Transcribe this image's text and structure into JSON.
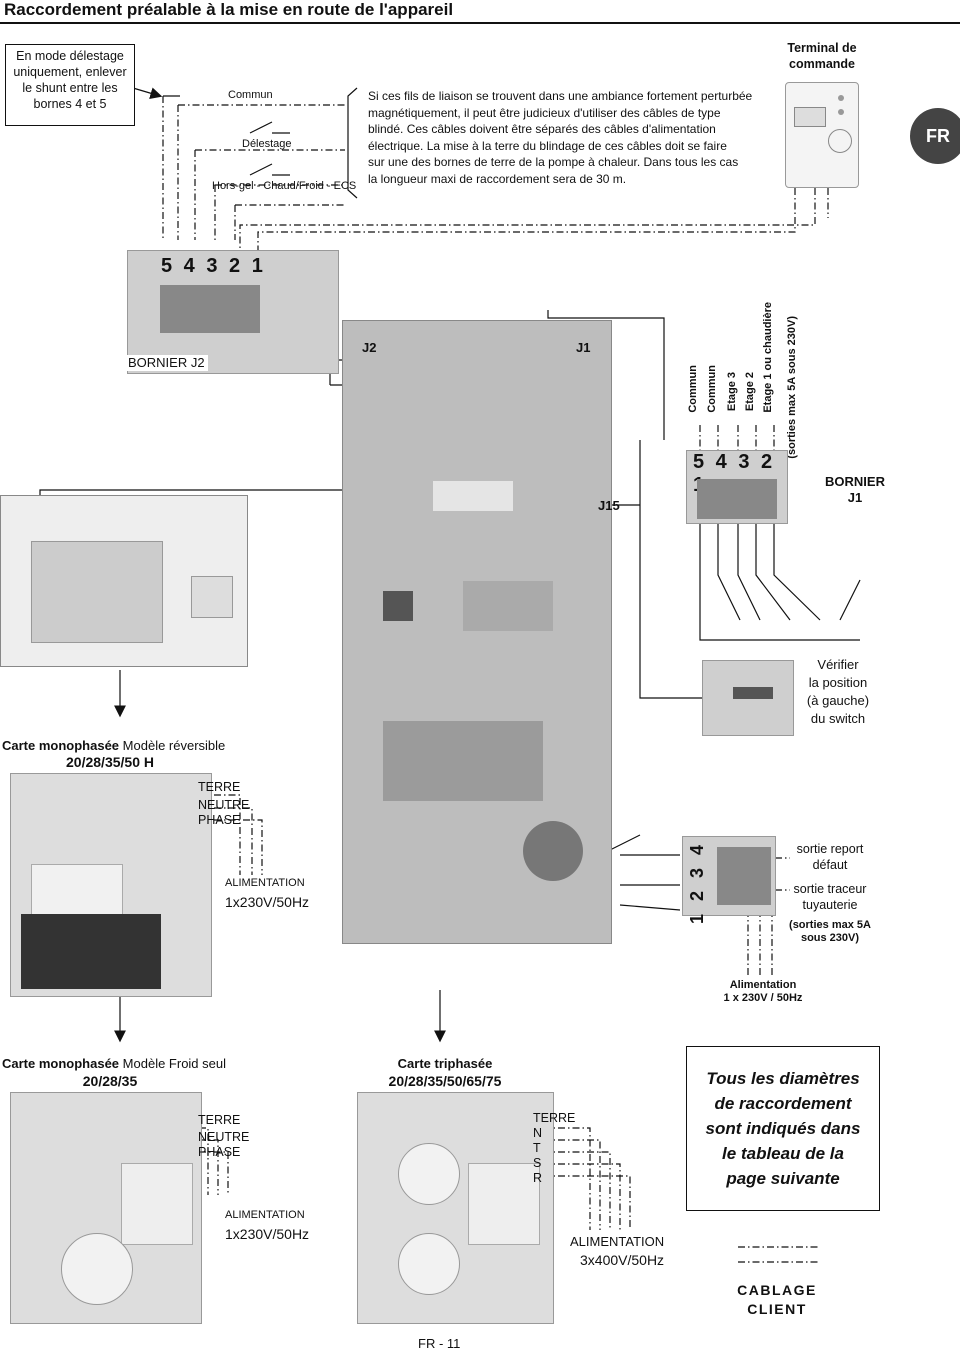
{
  "header": {
    "title": "Raccordement préalable à la mise en route de l'appareil",
    "lang_badge": "FR"
  },
  "note_shunt": {
    "lines": [
      "En mode délestage",
      "uniquement, enlever",
      "le shunt entre les",
      "bornes 4 et 5"
    ]
  },
  "delestage_block": {
    "commun": "Commun",
    "delestage": "Délestage",
    "horsgel": "Hors-gel - Chaud/Froid - ECS"
  },
  "shielded_note": {
    "lines": [
      "Si ces fils de liaison se trouvent dans une ambiance fortement perturbée",
      "magnétiquement, il peut être judicieux d'utiliser des câbles de type",
      "blindé. Ces câbles doivent être séparés des câbles d'alimentation",
      "électrique. La mise à la terre du blindage de ces câbles doit se faire",
      "sur une des bornes de terre de la pompe à chaleur. Dans tous les cas",
      "la longueur maxi de raccordement sera de 30 m."
    ]
  },
  "terminal": {
    "lines": [
      "Terminal de",
      "commande"
    ]
  },
  "bornier_j2": {
    "digits": "5 4  3 2 1",
    "label": "BORNIER J2"
  },
  "board_labels": {
    "j2": "J2",
    "j1": "J1",
    "j15": "J15"
  },
  "bornier_j1": {
    "digits": "5 4  3 2 1",
    "label_line1": "BORNIER",
    "label_line2": "J1",
    "outputs": [
      "Commun",
      "Commun",
      "Etage 3",
      "Etage 2",
      "Etage 1 ou chaudière",
      "(sorties max 5A sous 230V)"
    ]
  },
  "switch_note": {
    "lines": [
      "Vérifier",
      "la position",
      "(à gauche)",
      "du switch"
    ]
  },
  "relay_block": {
    "digits": "1 2 3 4",
    "report": [
      "sortie report",
      "défaut"
    ],
    "traceur": [
      "sortie traceur",
      "tuyauterie"
    ],
    "max": [
      "(sorties max 5A",
      "sous 230V)"
    ],
    "supply": [
      "Alimentation",
      "1 x 230V / 50Hz"
    ]
  },
  "card_reversible": {
    "title_bold": "Carte monophasée",
    "title_normal": "Modèle réversible",
    "model": "20/28/35/50 H",
    "terre": "TERRE",
    "neutre": "NEUTRE",
    "phase": "PHASE",
    "alim": "ALIMENTATION",
    "voltage": "1x230V/50Hz"
  },
  "card_froid": {
    "title_bold": "Carte monophasée",
    "title_normal": "Modèle Froid seul",
    "model": "20/28/35",
    "terre": "TERRE",
    "neutre": "NEUTRE",
    "phase": "PHASE",
    "alim": "ALIMENTATION",
    "voltage": "1x230V/50Hz"
  },
  "card_tri": {
    "title": "Carte triphasée",
    "model": "20/28/35/50/65/75",
    "terre": "TERRE",
    "n": "N",
    "t": "T",
    "s": "S",
    "r": "R",
    "alim": "ALIMENTATION",
    "voltage": "3x400V/50Hz"
  },
  "diameter_note": {
    "lines": [
      "Tous les diamètres",
      "de raccordement",
      "sont indiqués dans",
      "le tableau de la",
      "page suivante"
    ]
  },
  "legend": {
    "line1": "CABLAGE",
    "line2": "CLIENT"
  },
  "footer": {
    "page": "FR - 11"
  }
}
